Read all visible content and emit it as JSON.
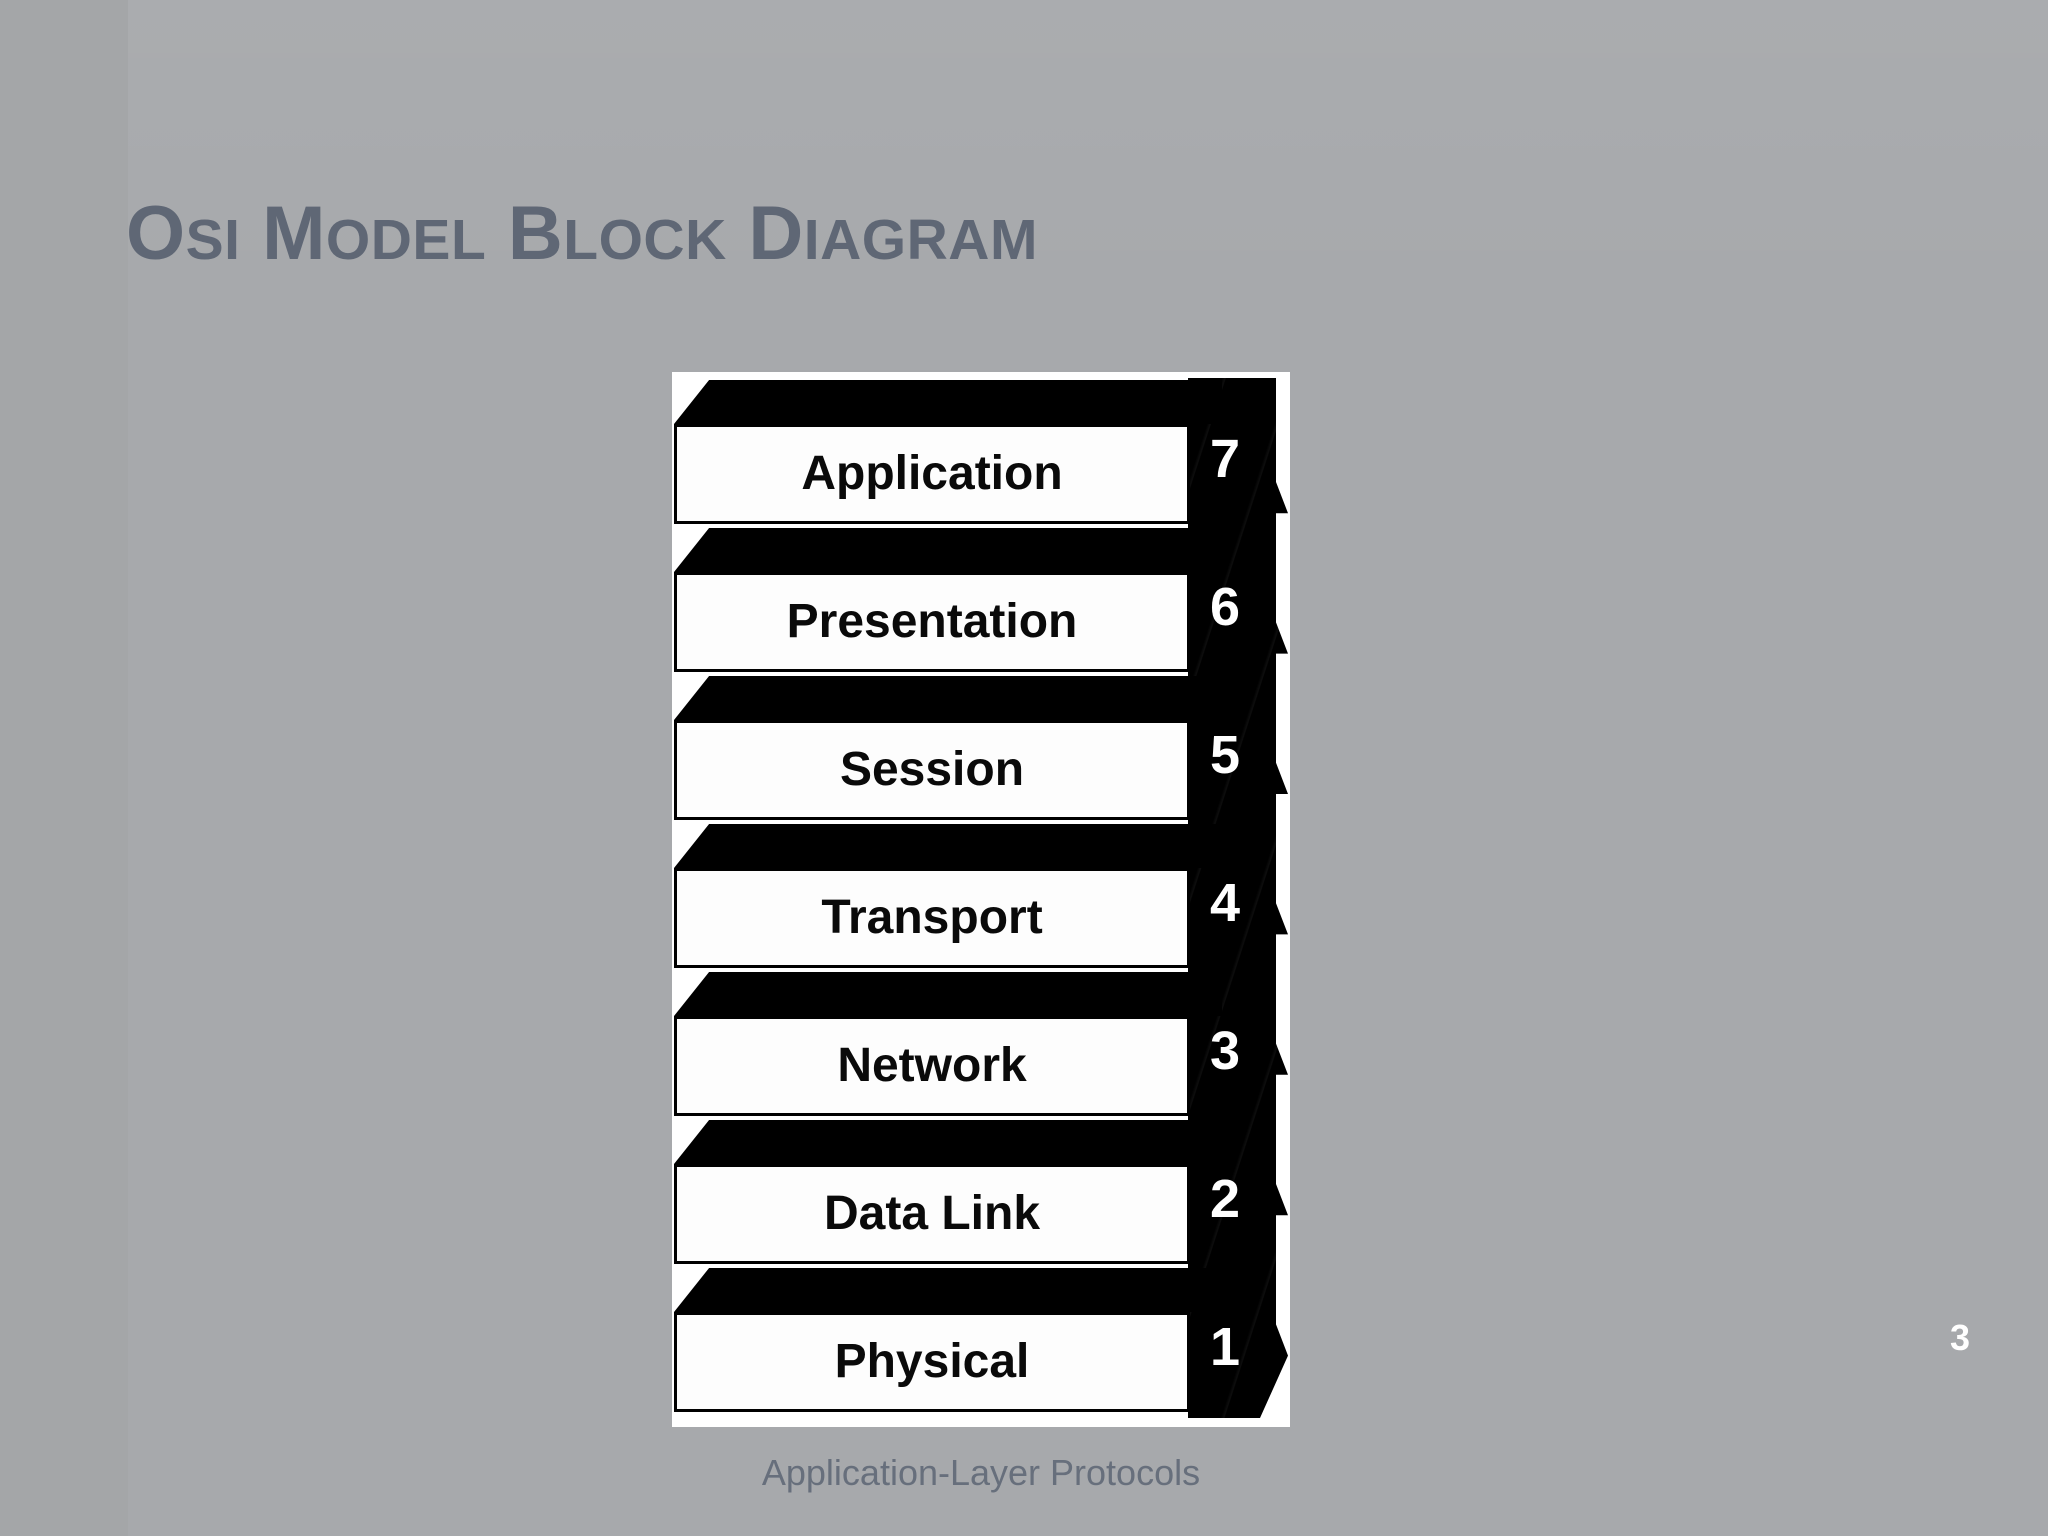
{
  "slide": {
    "background_color": "#a7a9ac",
    "title": "OSI Model Block Diagram",
    "title_color": "#5f6775",
    "title_words": [
      {
        "cap": "O",
        "rest": "SI"
      },
      {
        "cap": "M",
        "rest": "ODEL"
      },
      {
        "cap": "B",
        "rest": "LOCK"
      },
      {
        "cap": "D",
        "rest": "IAGRAM"
      }
    ],
    "page_number": "3",
    "page_number_color": "#ffffff"
  },
  "diagram": {
    "caption": "Application-Layer Protocols",
    "caption_color": "#676f7c",
    "block_fill": "#fdfdfd",
    "block_stroke": "#000000",
    "extrusion_color": "#000000",
    "number_color": "#ffffff",
    "canvas_color": "#ffffff",
    "layers": [
      {
        "number": "7",
        "label": "Application"
      },
      {
        "number": "6",
        "label": "Presentation"
      },
      {
        "number": "5",
        "label": "Session"
      },
      {
        "number": "4",
        "label": "Transport"
      },
      {
        "number": "3",
        "label": "Network"
      },
      {
        "number": "2",
        "label": "Data Link"
      },
      {
        "number": "1",
        "label": "Physical"
      }
    ]
  }
}
